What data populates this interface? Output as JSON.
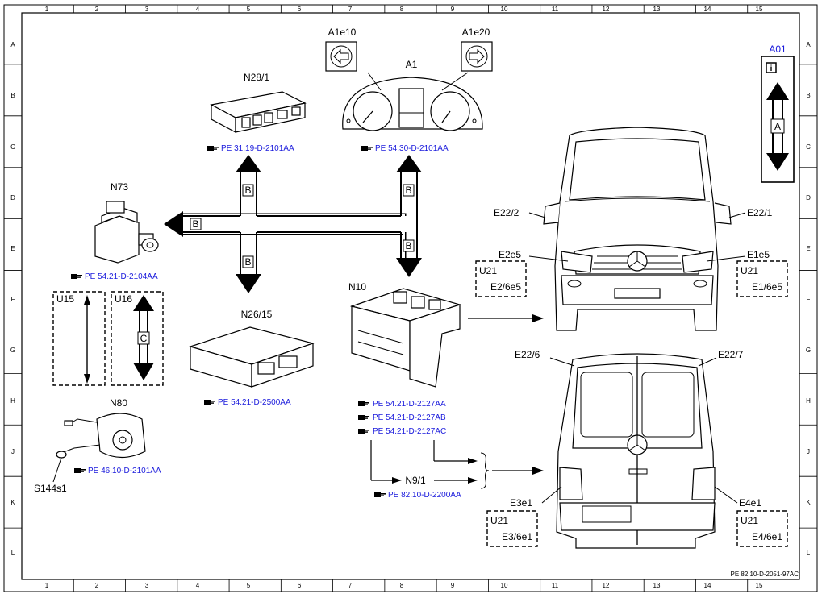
{
  "grid": {
    "columns": [
      "1",
      "2",
      "3",
      "4",
      "5",
      "6",
      "7",
      "8",
      "9",
      "10",
      "11",
      "12",
      "13",
      "14",
      "15"
    ],
    "rows": [
      "A",
      "B",
      "C",
      "D",
      "E",
      "F",
      "G",
      "H",
      "J",
      "K",
      "L"
    ]
  },
  "doc_ref": "PE 82.10-D-2051-97AC",
  "legend": {
    "code": "A01",
    "info_glyph": "i",
    "bus": "A"
  },
  "bus_letters": {
    "b": "B",
    "c": "C"
  },
  "components": {
    "a1": "A1",
    "a1e10": "A1e10",
    "a1e20": "A1e20",
    "n28_1": "N28/1",
    "n73": "N73",
    "n26_15": "N26/15",
    "n10": "N10",
    "n80": "N80",
    "n9_1": "N9/1",
    "s144s1": "S144s1",
    "u15": "U15",
    "u16": "U16",
    "e22_2": "E22/2",
    "e22_1": "E22/1",
    "e2e5": "E2e5",
    "e1e5": "E1e5",
    "e22_6": "E22/6",
    "e22_7": "E22/7",
    "e3e1": "E3e1",
    "e4e1": "E4e1"
  },
  "u21_boxes": {
    "front_left": {
      "code": "U21",
      "sub": "E2/6e5"
    },
    "front_right": {
      "code": "U21",
      "sub": "E1/6e5"
    },
    "rear_left": {
      "code": "U21",
      "sub": "E3/6e1"
    },
    "rear_right": {
      "code": "U21",
      "sub": "E4/6e1"
    }
  },
  "refs": {
    "n28_1": "PE 31.19-D-2101AA",
    "a1": "PE 54.30-D-2101AA",
    "n73": "PE 54.21-D-2104AA",
    "n26_15": "PE 54.21-D-2500AA",
    "n10_a": "PE 54.21-D-2127AA",
    "n10_b": "PE 54.21-D-2127AB",
    "n10_c": "PE 54.21-D-2127AC",
    "n80": "PE 46.10-D-2101AA",
    "n9_1": "PE 82.10-D-2200AA"
  }
}
